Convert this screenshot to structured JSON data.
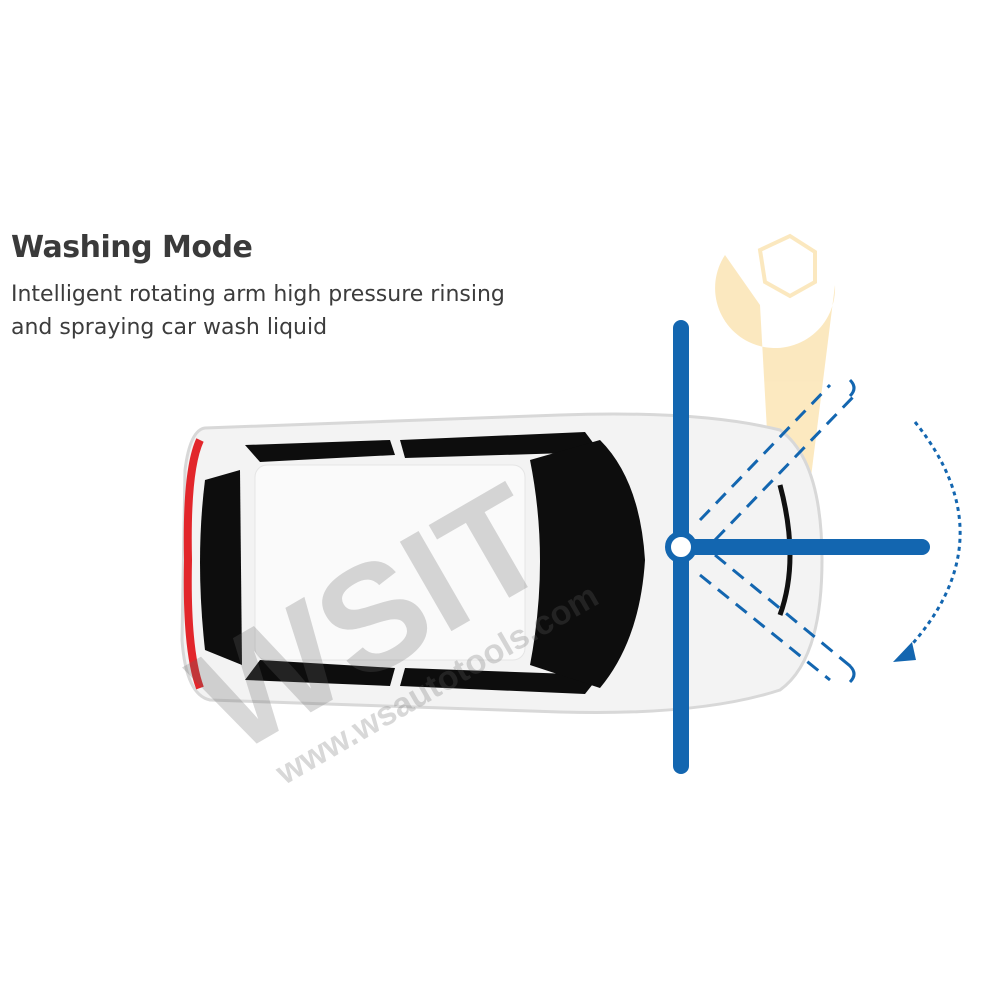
{
  "heading": {
    "title": "Washing Mode",
    "description_line1": "Intelligent rotating arm high pressure rinsing",
    "description_line2": "and spraying car wash liquid"
  },
  "watermark": {
    "logo_text": "WSIT",
    "url_text": "www.wsautotools.com"
  },
  "colors": {
    "arm": "#1366b0",
    "text": "#3a3a3a",
    "car_window": "#0d0d0d",
    "tail_light": "#e2262b",
    "watermark_logo": "#f6c04a"
  },
  "icons": {
    "arm_pivot": "circle",
    "rotation_direction": "curved-dotted-arrow"
  }
}
